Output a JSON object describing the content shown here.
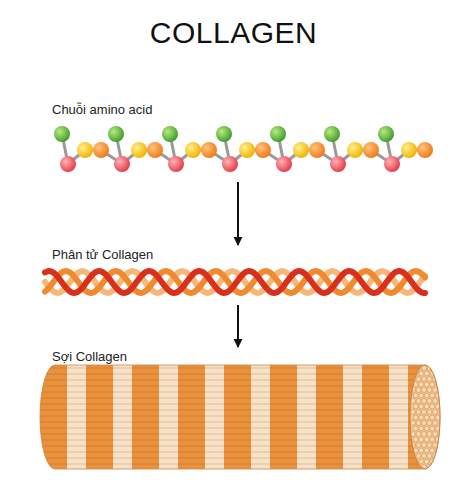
{
  "diagram": {
    "title": "COLLAGEN",
    "nodes": [
      {
        "text": [
          "Chuỗi amino acid"
        ]
      },
      {
        "text": [
          "Phân tử Collagen"
        ]
      },
      {
        "text": [
          "Sợi Collagen"
        ]
      }
    ],
    "edges": [
      {
        "from": 0,
        "to": 1,
        "arrow": "to"
      },
      {
        "from": 1,
        "to": 2,
        "arrow": "to"
      }
    ]
  }
}
